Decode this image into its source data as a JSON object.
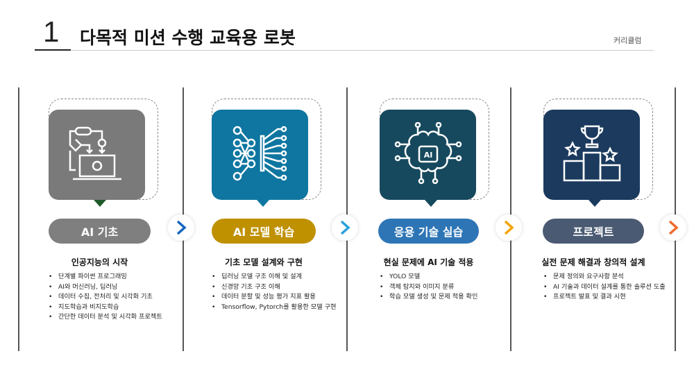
{
  "header": {
    "number": "1",
    "title": "다목적 미션 수행 교육용 로봇",
    "section": "커리큘럼"
  },
  "steps": [
    {
      "label": "AI 기초",
      "heading": "인공지능의 시작",
      "icon": "flowchart-laptop-icon",
      "card_color": "#7a7a7a",
      "pill_color": "#7f7f7f",
      "arrow_color": "#1565c0",
      "bullets": [
        "단계별 파이썬 프로그래밍",
        "AI와 머신러닝, 딥러닝",
        "데이터 수집, 전처리 및 시각화 기초",
        "지도학습과 비지도학습",
        "간단한 데이터 분석 및 시각화 프로젝트"
      ]
    },
    {
      "label": "AI 모델 학습",
      "heading": "기초 모델 설계와 구현",
      "icon": "neural-network-icon",
      "card_color": "#0e76a0",
      "pill_color": "#bf9000",
      "arrow_color": "#2aa0dc",
      "bullets": [
        "딥러닝 모델 구조 이해 및 설계",
        "신경망 기초 구조 이해",
        "데이터 분할 및 성능 평가 지표 활용",
        "Tensorflow, Pytorch를 활용한 모델 구현"
      ]
    },
    {
      "label": "응용 기술 실습",
      "heading": "현실 문제에 AI 기술 적용",
      "icon": "ai-brain-icon",
      "card_color": "#17495e",
      "pill_color": "#2e75b6",
      "arrow_color": "#f5a300",
      "bullets": [
        "YOLO 모델",
        "객체 탐지와 이미지 분류",
        "학습 모델 생성 및 문제 적용 확인"
      ]
    },
    {
      "label": "프로젝트",
      "heading": "실전 문제 해결과 창의적 설계",
      "icon": "podium-trophy-icon",
      "card_color": "#1b3a5e",
      "pill_color": "#4a5a72",
      "arrow_color": "#f06a2e",
      "bullets": [
        "문제 정의와 요구사항 분석",
        "AI 기술과 데이터 설계를 통한 솔루션 도출",
        "프로젝트 발표 및 결과 시현"
      ]
    }
  ]
}
